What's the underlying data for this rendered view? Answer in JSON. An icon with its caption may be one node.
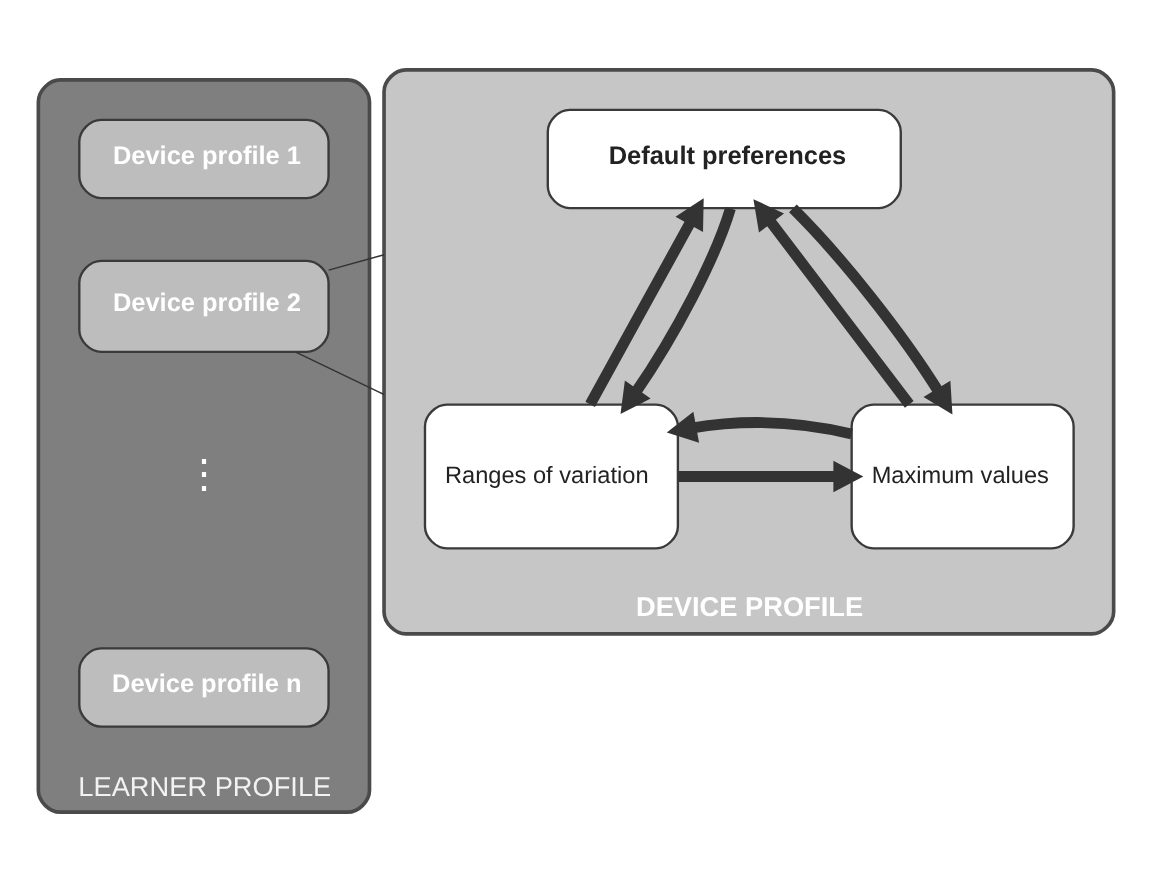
{
  "diagram": {
    "nodes": [
      {
        "text": [
          "LEARNER PROFILE"
        ]
      },
      {
        "text": [
          "Device profile 1"
        ],
        "in": 0
      },
      {
        "text": [
          "Device profile 2"
        ],
        "in": 0
      },
      {
        "text": [
          "Device profile n"
        ],
        "in": 0
      },
      {
        "text": [
          "DEVICE PROFILE"
        ]
      },
      {
        "text": [
          "Default preferences"
        ],
        "in": 4
      },
      {
        "text": [
          "Ranges of variation"
        ],
        "in": 4
      },
      {
        "text": [
          "Maximum values"
        ],
        "in": 4
      }
    ],
    "edges": [
      {
        "from": 2,
        "to": 4,
        "arrow": "none"
      },
      {
        "from": 2,
        "to": 4,
        "arrow": "none"
      },
      {
        "from": 6,
        "to": 5,
        "arrow": "to"
      },
      {
        "from": 5,
        "to": 6,
        "arrow": "to"
      },
      {
        "from": 7,
        "to": 5,
        "arrow": "to"
      },
      {
        "from": 5,
        "to": 7,
        "arrow": "to"
      },
      {
        "from": 6,
        "to": 7,
        "arrow": "to"
      },
      {
        "from": 7,
        "to": 6,
        "arrow": "to"
      }
    ],
    "labels": [
      "⋮"
    ]
  }
}
